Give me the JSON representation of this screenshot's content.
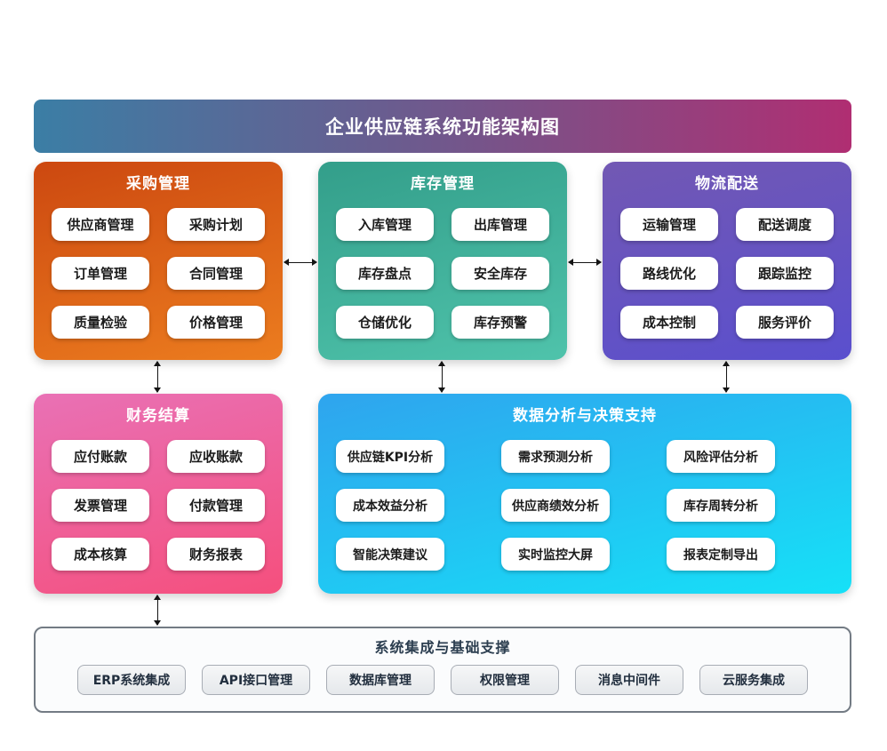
{
  "page": {
    "title": "企业供应链系统功能架构图"
  },
  "banner_colors": {
    "left": "#3b7ea5",
    "right": "#b02e72"
  },
  "modules": [
    {
      "name": "采购管理",
      "color_top": "#cc4810",
      "color_bottom": "#ec7d1f",
      "items": [
        "供应商管理",
        "采购计划",
        "订单管理",
        "合同管理",
        "质量检验",
        "价格管理"
      ]
    },
    {
      "name": "库存管理",
      "color_top": "#339e8a",
      "color_bottom": "#4fc3ab",
      "items": [
        "入库管理",
        "出库管理",
        "库存盘点",
        "安全库存",
        "仓储优化",
        "库存预警"
      ]
    },
    {
      "name": "物流配送",
      "color_top": "#7258b3",
      "color_bottom": "#5a4fce",
      "items": [
        "运输管理",
        "配送调度",
        "路线优化",
        "跟踪监控",
        "成本控制",
        "服务评价"
      ]
    },
    {
      "name": "财务结算",
      "color_top": "#e971b5",
      "color_bottom": "#f54f7d",
      "items": [
        "应付账款",
        "应收账款",
        "发票管理",
        "付款管理",
        "成本核算",
        "财务报表"
      ]
    },
    {
      "name": "数据分析与决策支持",
      "color_top": "#2fa4ee",
      "color_bottom": "#16e1f7",
      "items": [
        "供应链KPI分析",
        "需求预测分析",
        "风险评估分析",
        "成本效益分析",
        "供应商绩效分析",
        "库存周转分析",
        "智能决策建议",
        "实时监控大屏",
        "报表定制导出"
      ]
    }
  ],
  "foundation": {
    "name": "系统集成与基础支撑",
    "items": [
      "ERP系统集成",
      "API接口管理",
      "数据库管理",
      "权限管理",
      "消息中间件",
      "云服务集成"
    ]
  }
}
